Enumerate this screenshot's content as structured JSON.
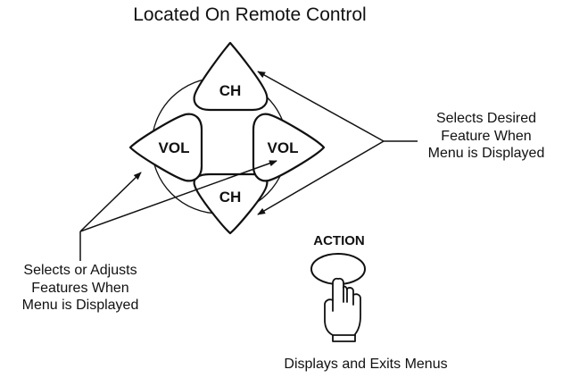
{
  "title": "Located On Remote Control",
  "buttons": {
    "ch_up": "CH",
    "ch_down": "CH",
    "vol_left": "VOL",
    "vol_right": "VOL",
    "action": "ACTION"
  },
  "notes": {
    "channel": [
      "Selects Desired",
      "Feature When",
      "Menu is Displayed"
    ],
    "volume": [
      "Selects or Adjusts",
      "Features When",
      "Menu is Displayed"
    ],
    "action": "Displays and Exits Menus"
  }
}
